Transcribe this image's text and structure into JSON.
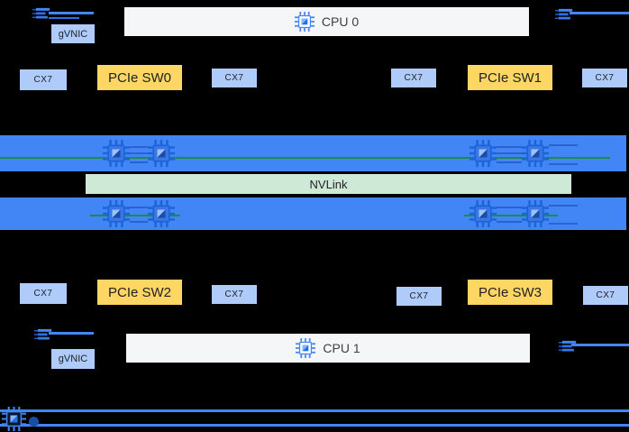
{
  "colors": {
    "background": "#000000",
    "text": "#202124",
    "nic_box": "#aecbfa",
    "pcie_box": "#fdd663",
    "nvlink_box": "#ceead6",
    "cpu_box": "#f5f6f7",
    "gpu_bar": "#4285f4",
    "nvlink_line": "#1e8e3e",
    "link_line": "#4285f4",
    "offload_dot": "#174ea6"
  },
  "cpus": [
    {
      "label": "CPU 0"
    },
    {
      "label": "CPU 1"
    }
  ],
  "gvnics": [
    {
      "label": "gVNIC"
    },
    {
      "label": "gVNIC"
    }
  ],
  "nvlink": {
    "label": "NVLink"
  },
  "pcie_switches": [
    {
      "label": "PCIe SW0"
    },
    {
      "label": "PCIe SW1"
    },
    {
      "label": "PCIe SW2"
    },
    {
      "label": "PCIe SW3"
    }
  ],
  "nics_top": [
    {
      "label": "CX7"
    },
    {
      "label": "CX7"
    },
    {
      "label": "CX7"
    },
    {
      "label": "CX7"
    }
  ],
  "nics_bottom": [
    {
      "label": "CX7"
    },
    {
      "label": "CX7"
    },
    {
      "label": "CX7"
    },
    {
      "label": "CX7"
    }
  ],
  "icons": {
    "cpu": "chip-icon",
    "gpu": "gpu-chip-icon",
    "nic": "nic-card-icon",
    "offload": "chip-icon"
  }
}
